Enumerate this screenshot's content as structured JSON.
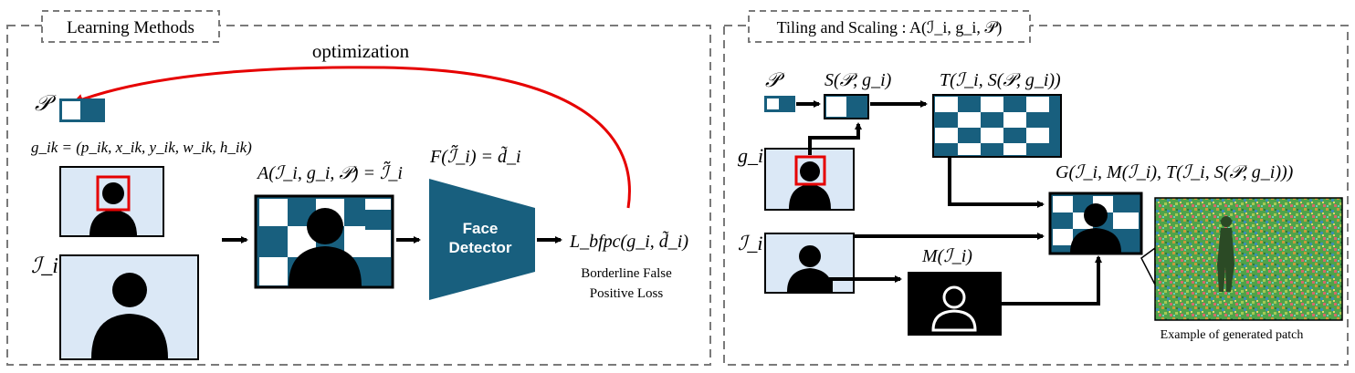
{
  "colors": {
    "teal": "#185f7e",
    "light_blue": "#dbe8f6",
    "dark": "#000000",
    "red": "#e60000",
    "dash": "#7a7a7a"
  },
  "left_panel": {
    "title": "Learning Methods",
    "optimization_label": "optimization",
    "patch_symbol": "𝒫",
    "g_formula": "g_ik = (p_ik, x_ik, y_ik, w_ik, h_ik)",
    "image_symbol": "ℐ_i",
    "augment_label": "A(ℐ_i, g_i, 𝒫) = ℐ̃_i",
    "detector_formula": "F(ℐ̃_i) = d̃_i",
    "detector_label_line1": "Face",
    "detector_label_line2": "Detector",
    "loss_formula": "L_bfpc(g_i, d̃_i)",
    "loss_name_line1": "Borderline False",
    "loss_name_line2": "Positive Loss"
  },
  "right_panel": {
    "title": "Tiling and Scaling : A(ℐ_i, g_i, 𝒫)",
    "patch_symbol": "𝒫",
    "scale_label": "S(𝒫, g_i)",
    "tile_label": "T(ℐ_i, S(𝒫, g_i))",
    "g_symbol": "g_i",
    "image_symbol": "ℐ_i",
    "compose_label": "G(ℐ_i, M(ℐ_i), T(ℐ_i, S(𝒫, g_i)))",
    "mask_label": "M(ℐ_i)",
    "example_caption": "Example of generated patch"
  }
}
